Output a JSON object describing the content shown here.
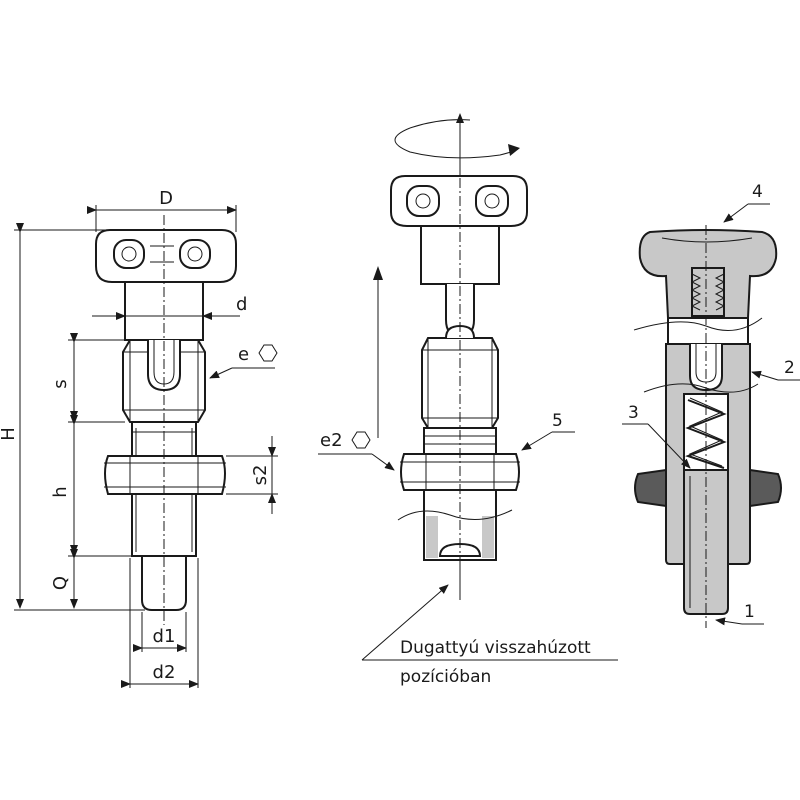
{
  "labels": {
    "D": "D",
    "d": "d",
    "e": "e",
    "s": "s",
    "H": "H",
    "h": "h",
    "s2": "s2",
    "Q": "Q",
    "d1": "d1",
    "d2": "d2",
    "e2": "e2"
  },
  "parts": {
    "p1": "1",
    "p2": "2",
    "p3": "3",
    "p4": "4",
    "p5": "5"
  },
  "caption": {
    "line1": "Dugattyú visszahúzott",
    "line2": "pozícióban"
  },
  "icons": {
    "hex": "hexagon-icon"
  }
}
